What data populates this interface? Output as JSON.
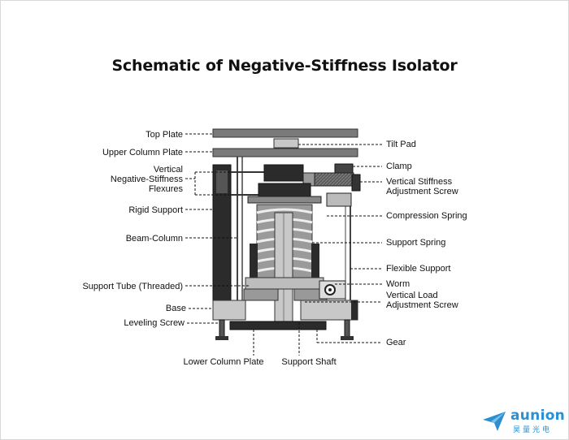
{
  "title": "Schematic of Negative-Stiffness Isolator",
  "labels_left": {
    "top_plate": "Top Plate",
    "upper_column_plate": "Upper Column Plate",
    "vertical_ns_flexures": [
      "Vertical",
      "Negative-Stiffness",
      "Flexures"
    ],
    "rigid_support": "Rigid Support",
    "beam_column": "Beam-Column",
    "support_tube": "Support Tube (Threaded)",
    "base": "Base",
    "leveling_screw": "Leveling Screw"
  },
  "labels_right": {
    "tilt_pad": "Tilt Pad",
    "clamp": "Clamp",
    "vertical_stiffness_adjustment_screw": [
      "Vertical Stiffness",
      "Adjustment Screw"
    ],
    "compression_spring": "Compression Spring",
    "support_spring": "Support Spring",
    "flexible_support": "Flexible Support",
    "worm": "Worm",
    "vertical_load_adjustment_screw": [
      "Vertical Load",
      "Adjustment Screw"
    ],
    "gear": "Gear"
  },
  "labels_bottom": {
    "lower_column_plate": "Lower Column Plate",
    "support_shaft": "Support Shaft"
  },
  "logo": {
    "name": "aunion",
    "subtitle": "昊量光电",
    "color": "#2b8fd0"
  }
}
